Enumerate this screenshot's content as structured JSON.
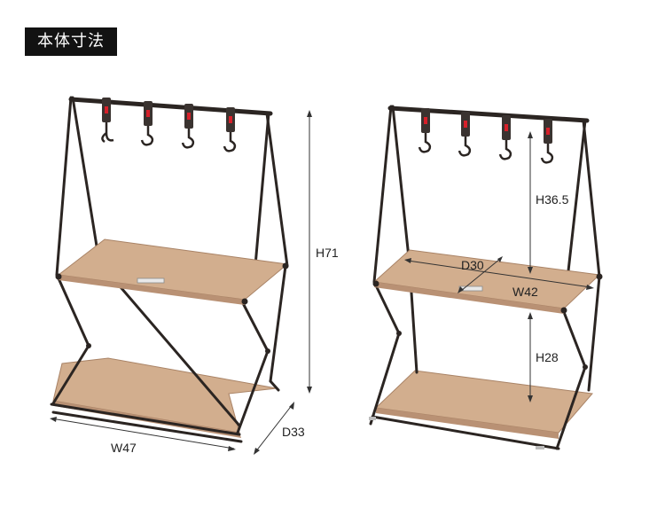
{
  "header": {
    "title": "本体寸法"
  },
  "dimensions": {
    "height_total": "H71",
    "width": "W47",
    "depth_left": "D33",
    "hook_height": "H36.5",
    "shelf_depth": "D30",
    "shelf_width": "W42",
    "shelf_gap": "H28"
  },
  "colors": {
    "frame": "#2b2522",
    "fabric": "#d2ae8e",
    "fabric_edge": "#a98366",
    "hook_accent": "#d6202a",
    "badge_bg": "#121212"
  }
}
